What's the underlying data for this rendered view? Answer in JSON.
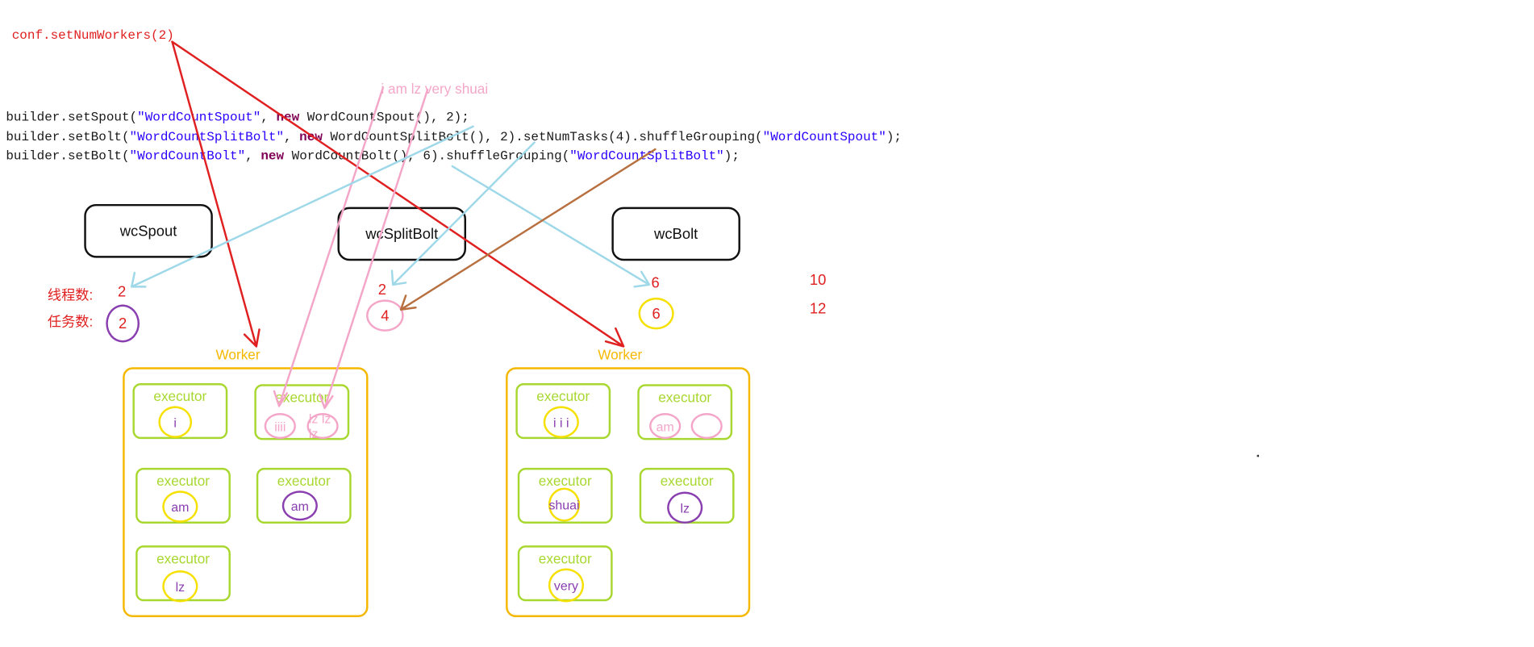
{
  "conf_line": "conf.setNumWorkers(2)",
  "sentence": "i am lz very shuai",
  "code": {
    "line1": {
      "a": "builder.setSpout(",
      "s1": "\"WordCountSpout\"",
      "b": ", ",
      "kw": "new",
      "c": " WordCountSpout(), 2);"
    },
    "line2": {
      "a": "builder.setBolt(",
      "s1": "\"WordCountSplitBolt\"",
      "b": ", ",
      "kw": "new",
      "c": " WordCountSplitBolt(), 2).setNumTasks(4).shuffleGrouping(",
      "s2": "\"WordCountSpout\"",
      "d": ");"
    },
    "line3": {
      "a": "builder.setBolt(",
      "s1": "\"WordCountBolt\"",
      "b": ", ",
      "kw": "new",
      "c": " WordCountBolt(), 6).shuffleGrouping(",
      "s2": "\"WordCountSplitBolt\"",
      "d": ");"
    }
  },
  "components": {
    "spout": "wcSpout",
    "split_bolt": "wcSplitBolt",
    "bolt": "wcBolt"
  },
  "labels": {
    "threads": "线程数:",
    "tasks": "任务数:"
  },
  "counts": {
    "spout_threads": "2",
    "spout_tasks": "2",
    "split_threads": "2",
    "split_tasks": "4",
    "bolt_threads": "6",
    "bolt_tasks": "6",
    "total_threads": "10",
    "total_tasks": "12"
  },
  "workers": [
    {
      "title": "Worker",
      "executors": [
        {
          "label": "executor",
          "words": [
            "i"
          ]
        },
        {
          "label": "executor",
          "words": [
            "iiii",
            "lz lz lz"
          ]
        },
        {
          "label": "executor",
          "words": [
            "am"
          ]
        },
        {
          "label": "executor",
          "words": [
            "am"
          ]
        },
        {
          "label": "executor",
          "words": [
            "lz"
          ]
        }
      ]
    },
    {
      "title": "Worker",
      "executors": [
        {
          "label": "executor",
          "words": [
            "i  i  i"
          ]
        },
        {
          "label": "executor",
          "words": [
            "am",
            ""
          ]
        },
        {
          "label": "executor",
          "words": [
            "shuai"
          ]
        },
        {
          "label": "executor",
          "words": [
            "lz"
          ]
        },
        {
          "label": "executor",
          "words": [
            "very"
          ]
        }
      ]
    }
  ],
  "colors": {
    "red": "#e02020",
    "pink": "#f4a6c8",
    "cyan": "#9fd8e8",
    "brown": "#b87040",
    "orange": "#f5b800",
    "green": "#a8d830",
    "yellow": "#f5e000",
    "purple": "#8a3fb0"
  }
}
